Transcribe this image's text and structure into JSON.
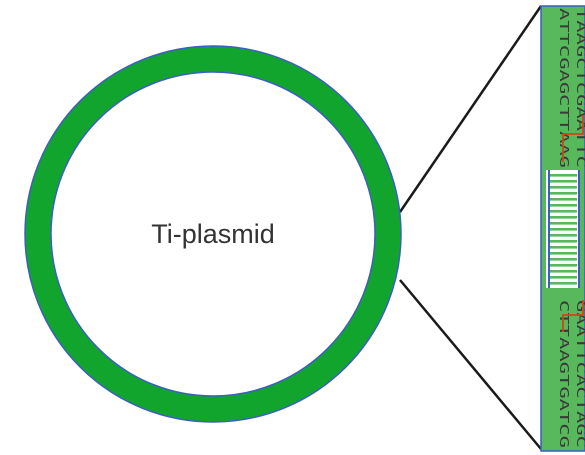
{
  "plasmid": {
    "label": "Ti-plasmid",
    "ring_color": "#12a52e",
    "ring_outline_color": "#3b5fc0"
  },
  "insert": {
    "fill_color": "#58b85c",
    "outline_color": "#3b5fc0",
    "cut_color": "#d0451b",
    "top_segment": {
      "strand_1": "TAAGCTCGAATTC",
      "strand_2": "ATTCGAGCTTAAG"
    },
    "bottom_segment": {
      "strand_1": "GAATTCACTAGC",
      "strand_2": "CTTAAGTGATCG"
    }
  }
}
